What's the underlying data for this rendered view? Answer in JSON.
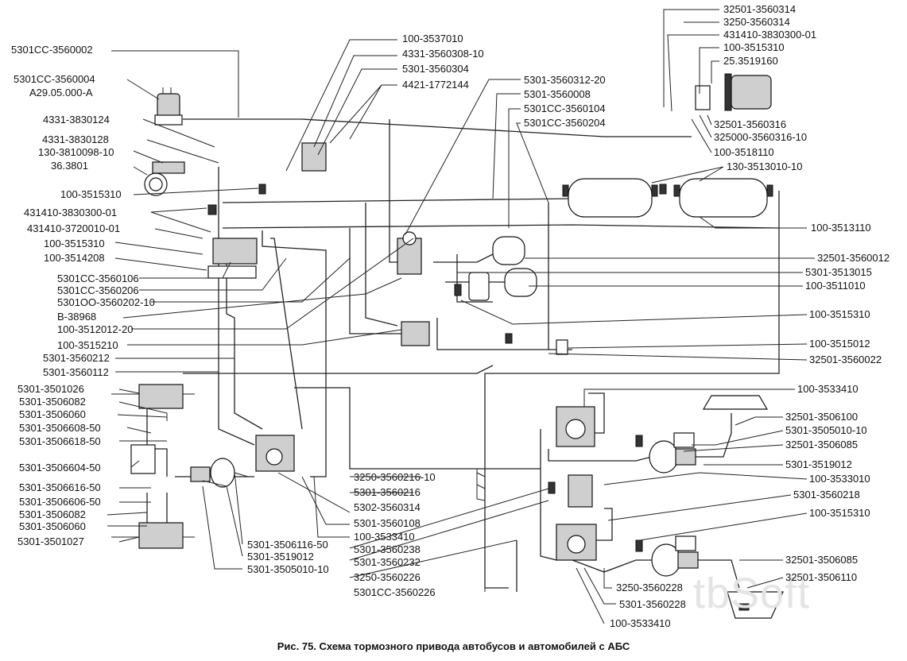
{
  "watermark": "tbSoft",
  "caption": "Рис. 75. Схема тормозного привода автобусов и автомобилей с АБС",
  "labels": {
    "l01": "5301СС-3560002",
    "l02": "5301СС-3560004",
    "l03": "А29.05.000-А",
    "l04": "4331-3830124",
    "l05": "4331-3830128",
    "l06": "130-3810098-10",
    "l07": "36.3801",
    "l08": "100-3515310",
    "l09": "431410-3830300-01",
    "l10": "431410-3720010-01",
    "l11": "100-3515310",
    "l12": "100-3514208",
    "l13": "5301СС-3560106",
    "l14": "5301СС-3560206",
    "l15": "5301ОО-3560202-10",
    "l16": "В-38968",
    "l17": "100-3512012-20",
    "l18": "100-3515210",
    "l19": "5301-3560212",
    "l20": "5301-3560112",
    "l21": "5301-3501026",
    "l22": "5301-3506082",
    "l23": "5301-3506060",
    "l24": "5301-3506608-50",
    "l25": "5301-3506618-50",
    "l26": "5301-3506604-50",
    "l27": "5301-3506616-50",
    "l28": "5301-3506606-50",
    "l29": "5301-3506082",
    "l30": "5301-3506060",
    "l31": "5301-3501027",
    "l32": "5301-3506116-50",
    "l33": "5301-3519012",
    "l34": "5301-3505010-10",
    "l35": "100-3537010",
    "l36": "4331-3560308-10",
    "l37": "5301-3560304",
    "l38": "4421-1772144",
    "l39": "5301-3560312-20",
    "l40": "5301-3560008",
    "l41": "5301СС-3560104",
    "l42": "5301СС-3560204",
    "l43": "3250-3560216-10",
    "l44": "5301-3560216",
    "l45": "5302-3560314",
    "l46": "5301-3560108",
    "l47": "100-3533410",
    "l48": "5301-3560238",
    "l49": "5301-3560232",
    "l50": "3250-3560226",
    "l51": "5301СС-3560226",
    "l52": "3250-3560228",
    "l53": "5301-3560228",
    "l54": "100-3533410",
    "l55": "32501-3560314",
    "l56": "3250-3560314",
    "l57": "431410-3830300-01",
    "l58": "100-3515310",
    "l59": "25.3519160",
    "l60": "32501-3560316",
    "l61": "325000-3560316-10",
    "l62": "100-3518110",
    "l63": "130-3513010-10",
    "l64": "100-3513110",
    "l65": "32501-3560012",
    "l66": "5301-3513015",
    "l67": "100-3511010",
    "l68": "100-3515310",
    "l69": "100-3515012",
    "l70": "32501-3560022",
    "l71": "100-3533410",
    "l72": "32501-3506100",
    "l73": "5301-3505010-10",
    "l74": "32501-3506085",
    "l75": "5301-3519012",
    "l76": "100-3533010",
    "l77": "5301-3560218",
    "l78": "100-3515310",
    "l79": "32501-3506085",
    "l80": "32501-3506110"
  }
}
